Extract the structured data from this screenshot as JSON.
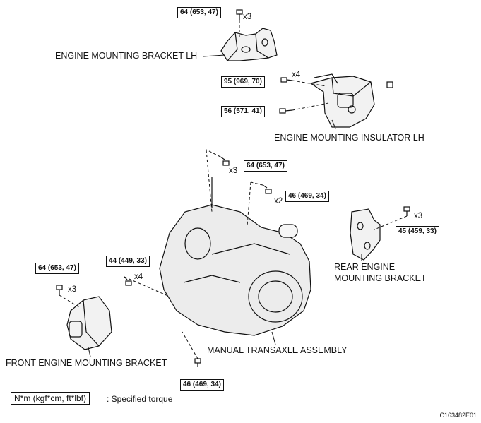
{
  "labels": {
    "bracket_lh": "ENGINE MOUNTING BRACKET LH",
    "insulator_lh": "ENGINE MOUNTING INSULATOR LH",
    "rear_bracket_1": "REAR ENGINE",
    "rear_bracket_2": "MOUNTING BRACKET",
    "transaxle": "MANUAL TRANSAXLE ASSEMBLY",
    "front_bracket": "FRONT ENGINE MOUNTING BRACKET"
  },
  "torques": {
    "t_top": "64 (653, 47)",
    "t_95": "95 (969, 70)",
    "t_56": "56 (571, 41)",
    "t_mid64": "64 (653, 47)",
    "t_46a": "46 (469, 34)",
    "t_45": "45 (459, 33)",
    "t_44": "44 (449, 33)",
    "t_front64": "64 (653, 47)",
    "t_46b": "46 (469, 34)"
  },
  "quantities": {
    "q_top": "x3",
    "q_95": "x4",
    "q_mid": "x3",
    "q_46a": "x2",
    "q_45": "x3",
    "q_44": "x4",
    "q_front": "x3"
  },
  "legend": {
    "unit": "N*m (kgf*cm, ft*lbf)",
    "text": ": Specified torque"
  },
  "image_code": "C163482E01"
}
